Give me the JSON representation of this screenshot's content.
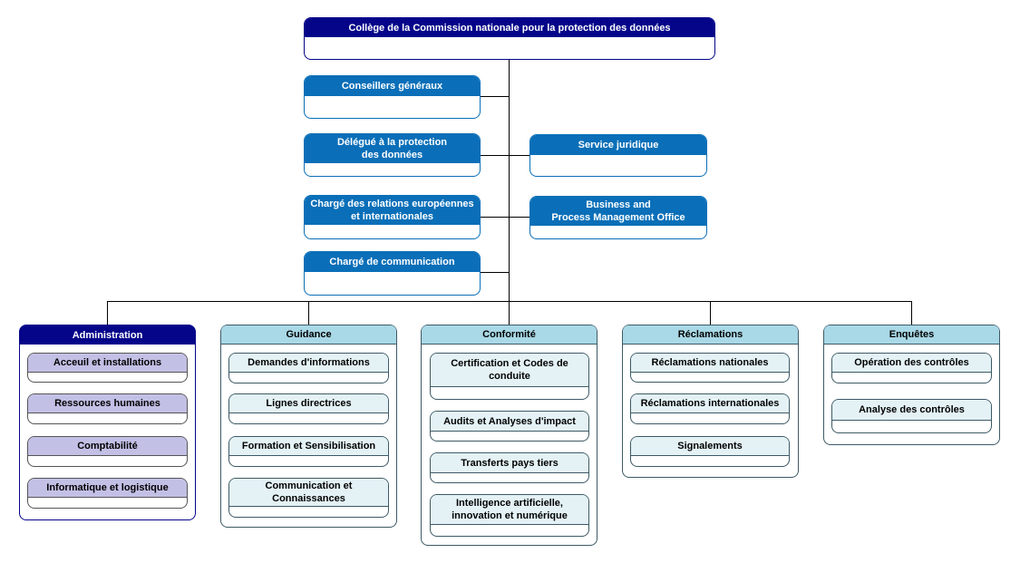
{
  "top": {
    "college": "Collège de la Commission nationale pour la protection des données",
    "conseillers": "Conseillers généraux",
    "delegue": "Délégué à la protection\ndes données",
    "relations": "Chargé des relations européennes\net internationales",
    "communication": "Chargé de communication",
    "juridique": "Service juridique",
    "bpmo": "Business and\nProcess Management Office"
  },
  "departments": {
    "administration": {
      "title": "Administration",
      "items": [
        "Acceuil et installations",
        "Ressources humaines",
        "Comptabilité",
        "Informatique et logistique"
      ]
    },
    "guidance": {
      "title": "Guidance",
      "items": [
        "Demandes d'informations",
        "Lignes directrices",
        "Formation et Sensibilisation",
        "Communication et\nConnaissances"
      ]
    },
    "conformite": {
      "title": "Conformité",
      "items": [
        "Certification et Codes de\nconduite",
        "Audits et Analyses d'impact",
        "Transferts pays tiers",
        "Intelligence artificielle,\ninnovation et numérique"
      ]
    },
    "reclamations": {
      "title": "Réclamations",
      "items": [
        "Réclamations nationales",
        "Réclamations internationales",
        "Signalements"
      ]
    },
    "enquetes": {
      "title": "Enquêtes",
      "items": [
        "Opération des contrôles",
        "Analyse des contrôles"
      ]
    }
  },
  "colors": {
    "navy": "#05058a",
    "blue": "#0a6fb8",
    "dept_header": "#a9d8e6",
    "admin_item": "#c3c0e6",
    "item_header": "#e4f2f6"
  }
}
